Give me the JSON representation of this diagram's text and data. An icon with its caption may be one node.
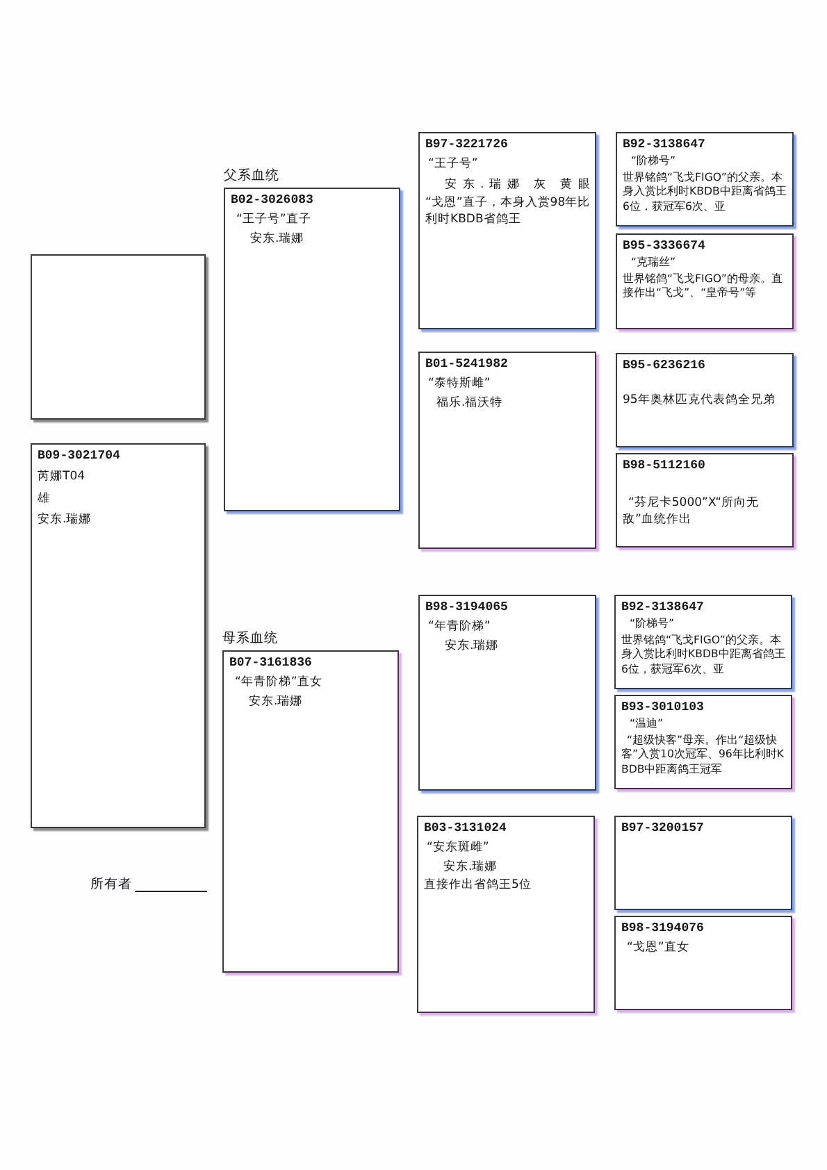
{
  "diagram": {
    "nodes": [
      {
        "text": [],
        "shape": "box"
      },
      {
        "text": [
          "B09-3021704",
          "芮娜T04",
          "雄",
          "安东.瑞娜"
        ]
      },
      {
        "text": [
          "B02-3026083",
          "“王子号”直子",
          "安东.瑞娜"
        ],
        "beside": [
          "父系血统"
        ]
      },
      {
        "text": [
          "B07-3161836",
          "“年青阶梯”直女",
          "安东.瑞娜"
        ],
        "beside": [
          "母系血统"
        ]
      },
      {
        "text": [
          "B97-3221726",
          "“王子号”",
          "安东.瑞娜 灰 黄眼",
          "“戈恩”直子，本身入赏98年比利时KBDB省鸽王"
        ]
      },
      {
        "text": [
          "B01-5241982",
          "“泰特斯雌”",
          "福乐.福沃特"
        ]
      },
      {
        "text": [
          "B98-3194065",
          "“年青阶梯”",
          "安东.瑞娜"
        ]
      },
      {
        "text": [
          "B03-3131024",
          "“安东斑雌”",
          "安东.瑞娜",
          "直接作出省鸽王5位"
        ]
      },
      {
        "text": [
          "B92-3138647",
          "“阶梯号”",
          "世界铭鸽“飞戈FIGO”的父亲。本身入赏比利时KBDB中距离省鸽王6位，获冠军6次、亚"
        ]
      },
      {
        "text": [
          "B95-3336674",
          "“克瑞丝”",
          "世界铭鸽“飞戈FIGO”的母亲。直接作出“飞戈”、“皇帝号”等"
        ]
      },
      {
        "text": [
          "B95-6236216",
          "95年奥林匹克代表鸽全兄弟"
        ]
      },
      {
        "text": [
          "B98-5112160",
          "“芬尼卡5000”X“所向无敌”血统作出"
        ]
      },
      {
        "text": [
          "B92-3138647",
          "“阶梯号”",
          "世界铭鸽“飞戈FIGO”的父亲。本身入赏比利时KBDB中距离省鸽王6位，获冠军6次、亚"
        ]
      },
      {
        "text": [
          "B93-3010103",
          "“温迪”",
          "“超级快客”母亲。作出“超级快客”入赏10次冠军、96年比利时KBDB中距离鸽王冠军"
        ]
      },
      {
        "text": [
          "B97-3200157"
        ]
      },
      {
        "text": [
          "B98-3194076",
          "“戈恩”直女"
        ]
      }
    ],
    "labels": [
      "所有者"
    ]
  }
}
